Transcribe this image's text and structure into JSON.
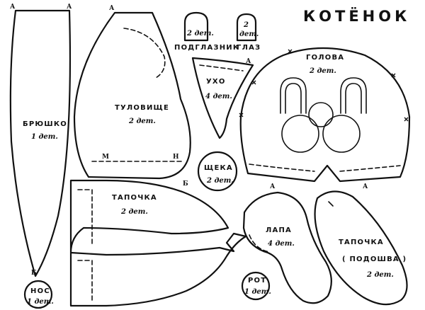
{
  "title": "КОТЁНОК",
  "count_one": "1 дет.",
  "count_two": "2 дет.",
  "count_four": "4 дет.",
  "pieces": {
    "belly": {
      "label": "БРЮШКО"
    },
    "body": {
      "label": "ТУЛОВИЩЕ"
    },
    "eye_pad": {
      "label": "ПОДГЛАЗНИК"
    },
    "eye": {
      "label": "ГЛАЗ"
    },
    "ear": {
      "label": "УХО"
    },
    "head": {
      "label": "ГОЛОВА"
    },
    "cheek": {
      "label": "ЩЕКА"
    },
    "slipper": {
      "label": "ТАПОЧКА"
    },
    "paw": {
      "label": "ЛАПА"
    },
    "sole": {
      "label": "ТАПОЧКА",
      "sublabel": "( ПОДОШВА )"
    },
    "nose": {
      "label": "НОС"
    },
    "mouth": {
      "label": "РОТ"
    }
  },
  "markers": {
    "a": "А",
    "b": "Б",
    "m": "М",
    "n": "Н"
  }
}
